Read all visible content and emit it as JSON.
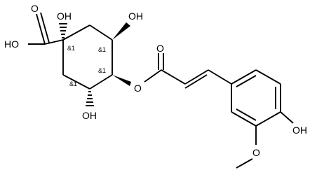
{
  "molecule": {
    "atom_labels": {
      "acid_oh": "HO",
      "acid_o": "O",
      "c1_oh": "OH",
      "c3_oh": "OH",
      "c5_oh": "OH",
      "ester_o": "O",
      "carbonyl_o": "O",
      "phenol_oh": "OH",
      "methoxy_o": "O"
    },
    "stereo_labels": {
      "c1": "&1",
      "c3": "&1",
      "c4": "&1",
      "c5": "&1"
    }
  }
}
